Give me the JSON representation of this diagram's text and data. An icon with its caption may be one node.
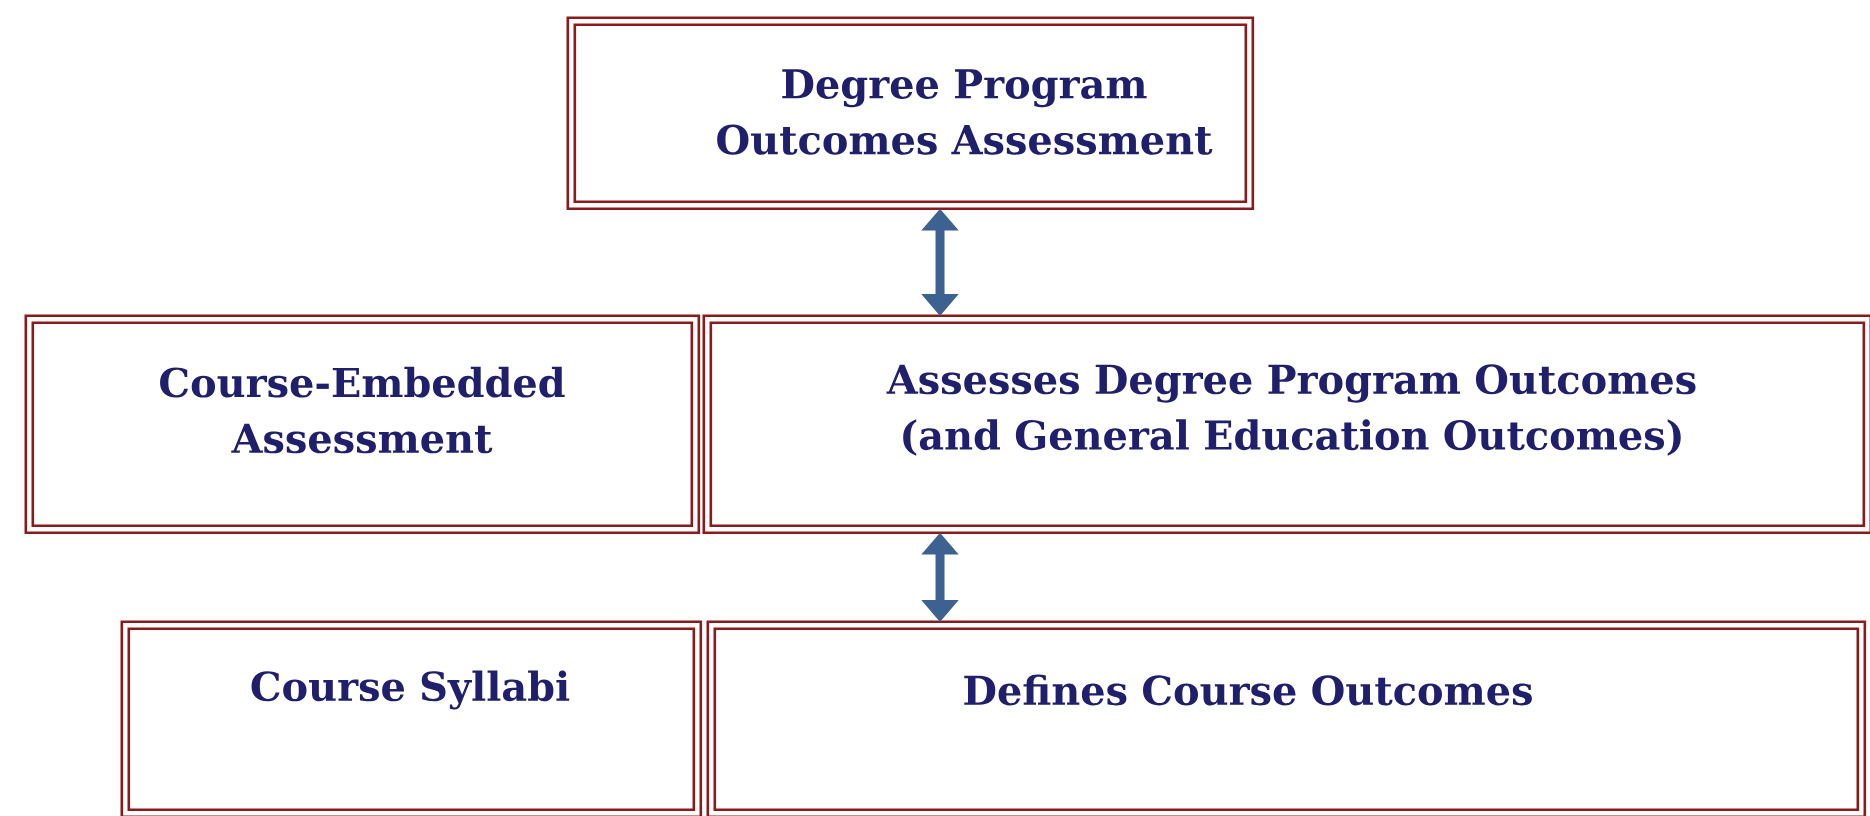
{
  "diagram": {
    "nodes": [
      {
        "text": [
          "Degree Program Outcomes Assessment"
        ]
      },
      {
        "text": [
          "Course-Embedded Assessment"
        ]
      },
      {
        "text": [
          "Assesses Degree Program Outcomes (and General Education Outcomes)"
        ]
      },
      {
        "text": [
          "Course Syllabi"
        ]
      },
      {
        "text": [
          "Defines Course Outcomes"
        ]
      }
    ],
    "edges": [
      {
        "from": 0,
        "to": 2,
        "arrow": "both"
      },
      {
        "from": 2,
        "to": 4,
        "arrow": "both"
      }
    ]
  }
}
